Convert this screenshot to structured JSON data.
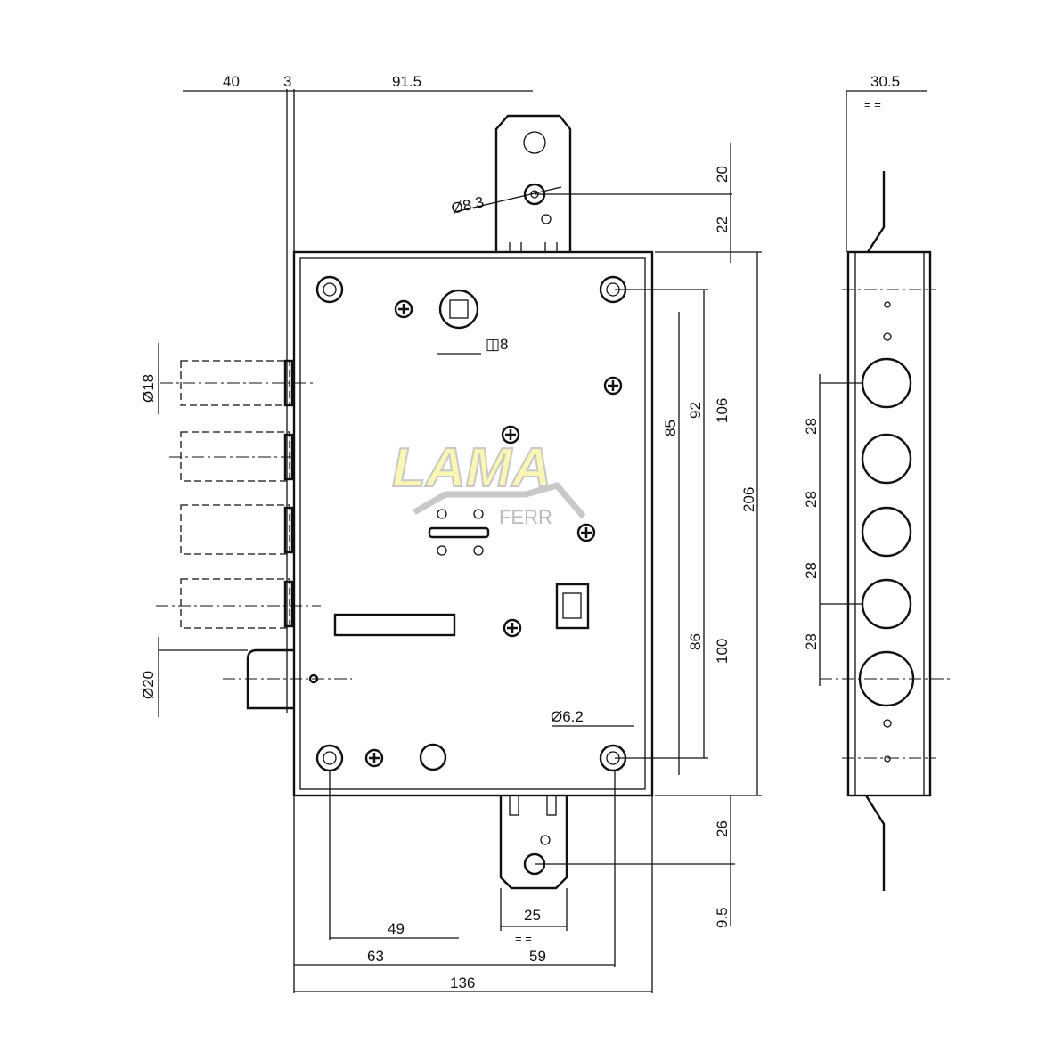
{
  "title": "Mortise lock technical drawing",
  "logo": {
    "main": "LAMA",
    "sub": "FERR"
  },
  "colors": {
    "logo_fill": "#fbf6b4",
    "logo_outline": "#c8c8c8",
    "line": "#111111"
  },
  "dimensions": {
    "top_40": "40",
    "top_3": "3",
    "top_91_5": "91.5",
    "hole_top": "Ø8.3",
    "d20": "20",
    "d22": "22",
    "spindle": "◫8",
    "bolt_dia": "Ø18",
    "d85": "85",
    "d92": "92",
    "d106": "106",
    "d206": "206",
    "d86": "86",
    "d100": "100",
    "latch_dia": "Ø20",
    "screw_hole": "Ø6.2",
    "d26": "26",
    "d9_5": "9.5",
    "d25": "25",
    "d49": "49",
    "d63": "63",
    "d59": "59",
    "d136": "136",
    "side_width": "30.5",
    "pitch": [
      "28",
      "28",
      "28",
      "28"
    ],
    "equal": "= ="
  }
}
